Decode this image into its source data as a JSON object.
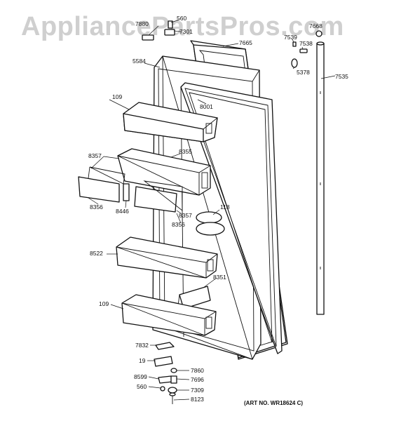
{
  "watermark": "AppliancePartsPros.com",
  "art_number": "(ART NO. WR18624 C)",
  "part_labels": {
    "p7880": "7880",
    "p560_top": "560",
    "p7301": "7301",
    "p7665": "7665",
    "p7539": "7539",
    "p7538": "7538",
    "p7668": "7668",
    "p5584": "5584",
    "p5378": "5378",
    "p7535": "7535",
    "p109_top": "109",
    "p8001": "8001",
    "p8357_left": "8357",
    "p8355": "8355",
    "p8356_left": "8356",
    "p8446": "8446",
    "p118": "118",
    "p8357_right": "8357",
    "p8356_right": "8356",
    "p8522": "8522",
    "p8351": "8351",
    "p109_bottom": "109",
    "p7832": "7832",
    "p19": "19",
    "p7860": "7860",
    "p8599": "8599",
    "p7696": "7696",
    "p560_bottom": "560",
    "p7309": "7309",
    "p8123": "8123"
  }
}
